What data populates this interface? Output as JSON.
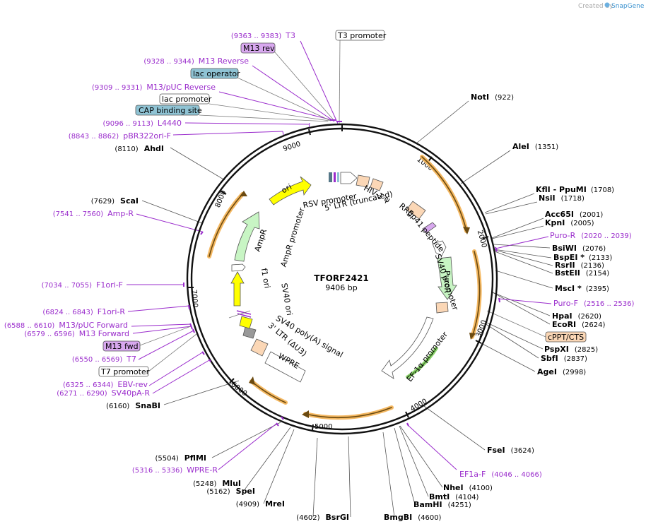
{
  "credit": {
    "text": "Created by",
    "brand": "SnapGene"
  },
  "plasmid": {
    "name": "TFORF2421",
    "size": "9406 bp"
  },
  "ticks": [
    "1000",
    "2000",
    "3000",
    "4000",
    "5000",
    "6000",
    "7000",
    "8000",
    "9000"
  ],
  "enzymes": [
    {
      "name": "NotI",
      "pos": "(922)"
    },
    {
      "name": "AleI",
      "pos": "(1351)"
    },
    {
      "name": "KflI",
      "sep": " - ",
      "name2": "PpuMI",
      "pos": "(1708)"
    },
    {
      "name": "NsiI",
      "pos": "(1718)"
    },
    {
      "name": "Acc65I",
      "pos": "(2001)"
    },
    {
      "name": "KpnI",
      "pos": "(2005)"
    },
    {
      "name": "BsiWI",
      "pos": "(2076)"
    },
    {
      "name": "BspEI",
      "star": " *",
      "pos": "(2133)"
    },
    {
      "name": "RsrII",
      "pos": "(2136)"
    },
    {
      "name": "BstEII",
      "pos": "(2154)"
    },
    {
      "name": "MscI",
      "star": " *",
      "pos": "(2395)"
    },
    {
      "name": "HpaI",
      "pos": "(2620)"
    },
    {
      "name": "EcoRI",
      "pos": "(2624)"
    },
    {
      "name": "PspXI",
      "pos": "(2825)"
    },
    {
      "name": "SbfI",
      "pos": "(2837)"
    },
    {
      "name": "AgeI",
      "pos": "(2998)"
    },
    {
      "name": "FseI",
      "pos": "(3624)"
    },
    {
      "name": "NheI",
      "pos": "(4100)"
    },
    {
      "name": "BmtI",
      "pos": "(4104)"
    },
    {
      "name": "BamHI",
      "pos": "(4251)"
    },
    {
      "name": "BmgBI",
      "pos": "(4600)"
    },
    {
      "name": "BsrGI",
      "pos": "(4602)"
    },
    {
      "name": "MreI",
      "pos": "(4909)"
    },
    {
      "name": "SpeI",
      "pos": "(5162)"
    },
    {
      "name": "MluI",
      "pos": "(5248)"
    },
    {
      "name": "PflMI",
      "pos": "(5504)"
    },
    {
      "name": "SnaBI",
      "pos": "(6160)"
    },
    {
      "name": "ScaI",
      "pos": "(7629)"
    },
    {
      "name": "AhdI",
      "pos": "(8110)"
    }
  ],
  "primers": [
    {
      "pos": "(9363 .. 9383)",
      "name": "T3"
    },
    {
      "pos": "(9328 .. 9344)",
      "name": "M13 Reverse"
    },
    {
      "pos": "(9309 .. 9331)",
      "name": "M13/pUC Reverse"
    },
    {
      "pos": "(9096 .. 9113)",
      "name": "L4440"
    },
    {
      "pos": "(8843 .. 8862)",
      "name": "pBR322ori-F"
    },
    {
      "pos": "(7541 .. 7560)",
      "name": "Amp-R"
    },
    {
      "pos": "(7034 .. 7055)",
      "name": "F1ori-F"
    },
    {
      "pos": "(6824 .. 6843)",
      "name": "F1ori-R"
    },
    {
      "pos": "(6588 .. 6610)",
      "name": "M13/pUC Forward"
    },
    {
      "pos": "(6579 .. 6596)",
      "name": "M13 Forward"
    },
    {
      "pos": "(6550 .. 6569)",
      "name": "T7"
    },
    {
      "pos": "(6325 .. 6344)",
      "name": "EBV-rev"
    },
    {
      "pos": "(6271 .. 6290)",
      "name": "SV40pA-R"
    },
    {
      "pos": "(5316 .. 5336)",
      "name": "WPRE-R"
    },
    {
      "name": "Puro-R",
      "pos": "(2020 .. 2039)"
    },
    {
      "name": "Puro-F",
      "pos": "(2516 .. 2536)"
    },
    {
      "name": "EF1a-F",
      "pos": "(4046 .. 4066)"
    }
  ],
  "boxed": [
    {
      "name": "T3 promoter"
    },
    {
      "name": "M13 rev"
    },
    {
      "name": "lac operator"
    },
    {
      "name": "lac promoter"
    },
    {
      "name": "CAP binding site"
    },
    {
      "name": "cPPT/CTS"
    },
    {
      "name": "M13 fwd"
    },
    {
      "name": "T7 promoter"
    }
  ],
  "features": {
    "rsv": "RSV promoter",
    "ltr5": "5' LTR (truncated)",
    "hiv": "HIV-1 ψ",
    "rre": "RRE",
    "gp41": "gp41 peptide",
    "sv40p": "SV40 promoter",
    "puror": "PuroR",
    "ef1a": "EF-1α promoter",
    "wpre": "WPRE",
    "ltr3": "3' LTR (ΔU3)",
    "sv40pa": "SV40 poly(A) signal",
    "sv40ori": "SV40 ori",
    "f1ori": "f1 ori",
    "ampp": "AmpR promoter",
    "ampr": "AmpR",
    "ori": "ori"
  },
  "colors": {
    "primer": "#9a2ccc",
    "orf": "#f4b862",
    "promoter_box": "#ffffff",
    "blue_box": "#8fc3d4",
    "purple_box": "#d8a8ef",
    "orange_box": "#fbd7b6",
    "yellow": "#ffff00",
    "green": "#c8f5c4"
  }
}
